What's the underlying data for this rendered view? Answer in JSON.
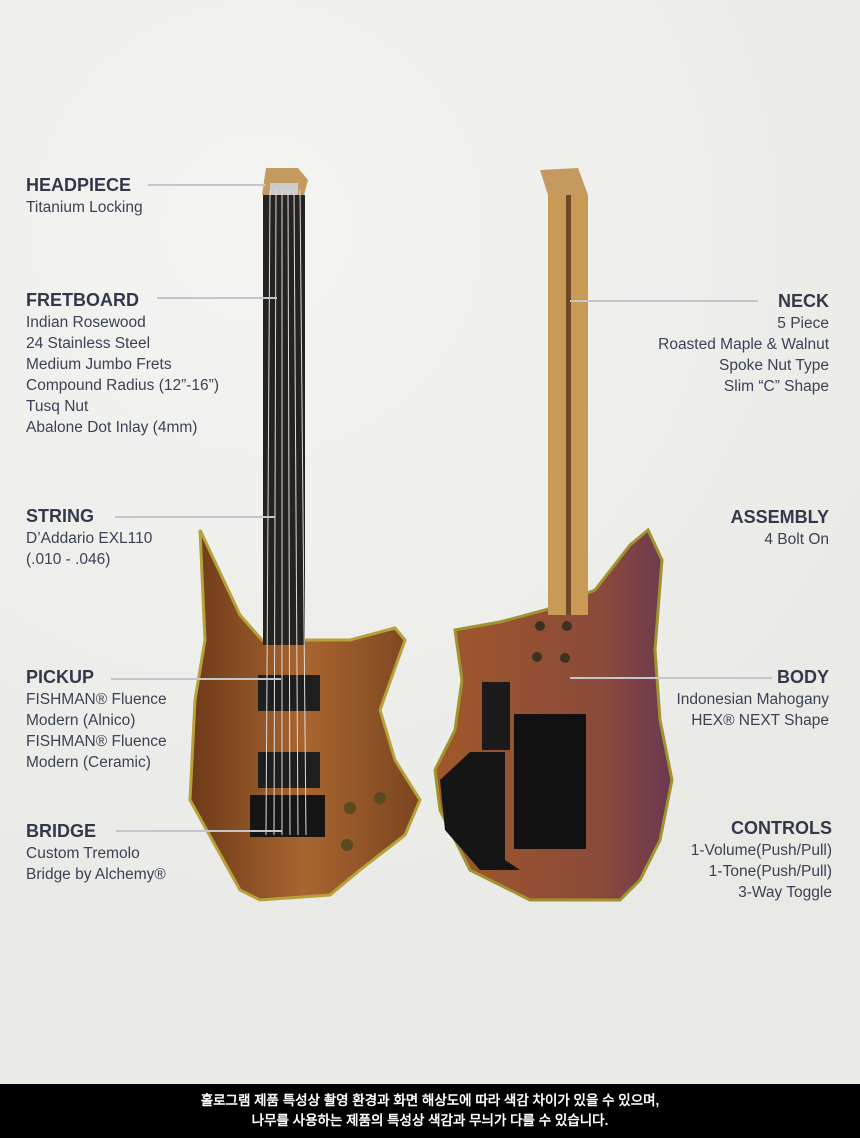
{
  "left_specs": [
    {
      "title": "HEADPIECE",
      "lines": [
        "Titanium Locking"
      ]
    },
    {
      "title": "FRETBOARD",
      "lines": [
        "Indian Rosewood",
        "24 Stainless Steel",
        "Medium Jumbo Frets",
        "Compound Radius (12”-16”)",
        "Tusq Nut",
        "Abalone Dot Inlay (4mm)"
      ]
    },
    {
      "title": "STRING",
      "lines": [
        "D’Addario EXL110",
        "(.010 - .046)"
      ]
    },
    {
      "title": "PICKUP",
      "lines": [
        "FISHMAN® Fluence",
        "Modern (Alnico)",
        "FISHMAN® Fluence",
        "Modern (Ceramic)"
      ]
    },
    {
      "title": "BRIDGE",
      "lines": [
        "Custom Tremolo",
        "Bridge by Alchemy®"
      ]
    }
  ],
  "right_specs": [
    {
      "title": "NECK",
      "lines": [
        "5 Piece",
        "Roasted Maple & Walnut",
        "Spoke Nut Type",
        "Slim “C” Shape"
      ]
    },
    {
      "title": "ASSEMBLY",
      "lines": [
        "4 Bolt On"
      ]
    },
    {
      "title": "BODY",
      "lines": [
        "Indonesian Mahogany",
        "HEX® NEXT Shape"
      ]
    },
    {
      "title": "CONTROLS",
      "lines": [
        "1-Volume(Push/Pull)",
        "1-Tone(Push/Pull)",
        "3-Way Toggle"
      ]
    }
  ],
  "footer": {
    "line1": "홀로그램  제품 특성상 촬영 환경과 화면 해상도에 따라 색감 차이가 있을 수 있으며,",
    "line2": "나무를 사용하는 제품의 특성상 색감과 무늬가 다를 수 있습니다."
  },
  "colors": {
    "text": "#3b4255",
    "body": "#9a5a2c",
    "neck_back": "#c99a55",
    "fretboard": "#2a2624"
  }
}
